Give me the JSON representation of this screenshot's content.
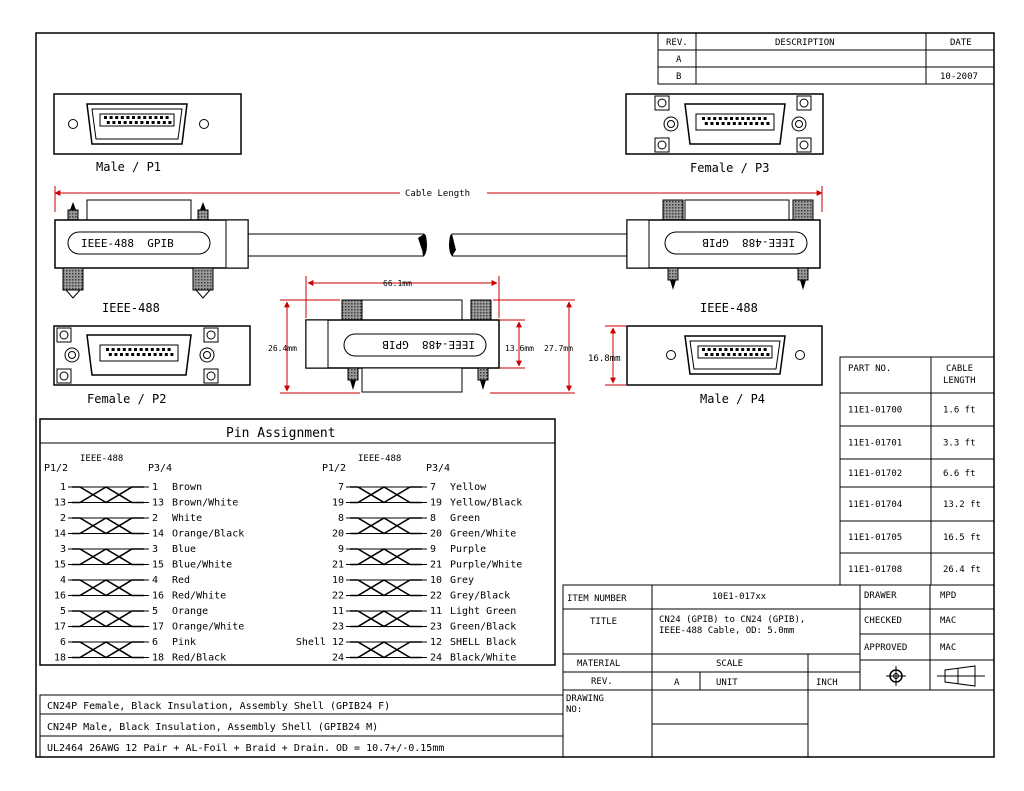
{
  "revision_block": {
    "headers": {
      "rev": "REV.",
      "description": "DESCRIPTION",
      "date": "DATE"
    },
    "rows": [
      {
        "rev": "A",
        "description": "",
        "date": ""
      },
      {
        "rev": "B",
        "description": "",
        "date": "10-2007"
      }
    ]
  },
  "views": {
    "male_p1": "Male / P1",
    "female_p3": "Female / P3",
    "female_p2": "Female / P2",
    "male_p4": "Male / P4",
    "cable_length": "Cable Length",
    "connector_left_text": "IEEE-488  GPIB",
    "connector_right_text": "IEEE-488  GPIB",
    "connector_mid_text": "IEEE-488  GPIB",
    "label_left": "IEEE-488",
    "label_right": "IEEE-488",
    "dim_width": "66.1mm",
    "dim_height_left": "26.4mm",
    "dim_height_inner": "13.6mm",
    "dim_height_outer": "27.7mm",
    "dim_male_height": "16.8mm"
  },
  "pin_assignment": {
    "title": "Pin Assignment",
    "groups": [
      {
        "header": "IEEE-488",
        "left_label": "P1/2",
        "right_label": "P3/4",
        "rows": [
          {
            "l": "1",
            "r": "1",
            "color": "Brown"
          },
          {
            "l": "13",
            "r": "13",
            "color": "Brown/White"
          },
          {
            "l": "2",
            "r": "2",
            "color": "White"
          },
          {
            "l": "14",
            "r": "14",
            "color": "Orange/Black"
          },
          {
            "l": "3",
            "r": "3",
            "color": "Blue"
          },
          {
            "l": "15",
            "r": "15",
            "color": "Blue/White"
          },
          {
            "l": "4",
            "r": "4",
            "color": "Red"
          },
          {
            "l": "16",
            "r": "16",
            "color": "Red/White"
          },
          {
            "l": "5",
            "r": "5",
            "color": "Orange"
          },
          {
            "l": "17",
            "r": "17",
            "color": "Orange/White"
          },
          {
            "l": "6",
            "r": "6",
            "color": "Pink"
          },
          {
            "l": "18",
            "r": "18",
            "color": "Red/Black"
          }
        ]
      },
      {
        "header": "IEEE-488",
        "left_label": "P1/2",
        "right_label": "P3/4",
        "rows": [
          {
            "l": "7",
            "r": "7",
            "color": "Yellow"
          },
          {
            "l": "19",
            "r": "19",
            "color": "Yellow/Black"
          },
          {
            "l": "8",
            "r": "8",
            "color": "Green"
          },
          {
            "l": "20",
            "r": "20",
            "color": "Green/White"
          },
          {
            "l": "9",
            "r": "9",
            "color": "Purple"
          },
          {
            "l": "21",
            "r": "21",
            "color": "Purple/White"
          },
          {
            "l": "10",
            "r": "10",
            "color": "Grey"
          },
          {
            "l": "22",
            "r": "22",
            "color": "Grey/Black"
          },
          {
            "l": "11",
            "r": "11",
            "color": "Light Green"
          },
          {
            "l": "23",
            "r": "23",
            "color": "Green/Black"
          },
          {
            "l": "Shell 12",
            "r": "12",
            "color": "SHELL Black"
          },
          {
            "l": "24",
            "r": "24",
            "color": "Black/White"
          }
        ]
      }
    ]
  },
  "part_table": {
    "header_part": "PART NO.",
    "header_len1": "CABLE",
    "header_len2": "LENGTH",
    "rows": [
      {
        "part": "11E1-01700",
        "len": "1.6 ft"
      },
      {
        "part": "11E1-01701",
        "len": "3.3 ft"
      },
      {
        "part": "11E1-01702",
        "len": "6.6 ft"
      },
      {
        "part": "11E1-01704",
        "len": "13.2 ft"
      },
      {
        "part": "11E1-01705",
        "len": "16.5 ft"
      },
      {
        "part": "11E1-01708",
        "len": "26.4 ft"
      }
    ]
  },
  "title_block": {
    "item_number_label": "ITEM NUMBER",
    "item_number": "10E1-017xx",
    "title_label": "TITLE",
    "title_line1": "CN24 (GPIB) to CN24 (GPIB),",
    "title_line2": "IEEE-488 Cable, OD: 5.0mm",
    "material_label": "MATERIAL",
    "scale_label": "SCALE",
    "rev_label": "REV.",
    "rev_value": "A",
    "unit_label": "UNIT",
    "unit_value": "INCH",
    "drawing_no_label1": "DRAWING",
    "drawing_no_label2": "NO:",
    "drawer_label": "DRAWER",
    "drawer": "MPD",
    "checked_label": "CHECKED",
    "checked": "MAC",
    "approved_label": "APPROVED",
    "approved": "MAC"
  },
  "bom": [
    "CN24P Female, Black Insulation, Assembly Shell (GPIB24 F)",
    "CN24P Male, Black Insulation, Assembly Shell (GPIB24 M)",
    "UL2464 26AWG 12 Pair + AL-Foil + Braid + Drain. OD = 10.7+/-0.15mm"
  ],
  "colors": {
    "line": "#000000",
    "dimension": "#cc0000",
    "shade": "#bfbfbf"
  }
}
